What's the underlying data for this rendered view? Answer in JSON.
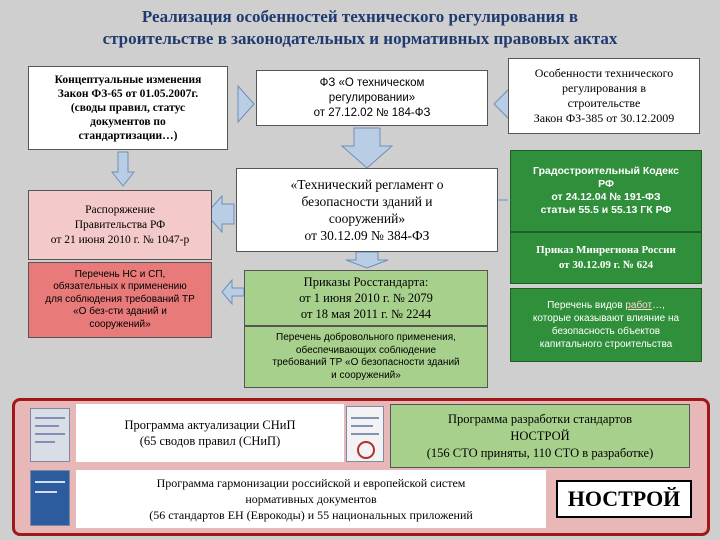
{
  "title": "Реализация особенностей технического регулирования в\nстроительстве в законодательных и нормативных правовых актах",
  "boxes": {
    "conceptual": "Концептуальные изменения\nЗакон ФЗ-65 от 01.05.2007г.\n(своды правил, статус\nдокументов по\nстандартизации…)",
    "fz184": "ФЗ «О техническом\nрегулировании»\nот  27.12.02 № 184-ФЗ",
    "features": "Особенности технического\nрегулирования в\nстроительстве\nЗакон ФЗ-385 от 30.12.2009",
    "gradcode": "Градостроительный Кодекс\nРФ\nот 24.12.04 № 191-ФЗ\nстатьи  55.5 и 55.13 ГК РФ",
    "techreg": "«Технический регламент о\nбезопасности зданий и\nсооружений»\nот  30.12.09 № 384-ФЗ",
    "govorder": "Распоряжение\nПравительства РФ\nот 21 июня 2010 г. № 1047-р",
    "list_ns": "Перечень НС и СП,\nобязательных к применению\nдля соблюдения требований ТР\n«О без-сти зданий и\nсооружений»",
    "rosstandart": "Приказы Росстандарта:\nот 1 июня 2010 г. № 2079\nот 18 мая 2011 г. № 2244",
    "list_voluntary": "Перечень добровольного применения,\nобеспечивающих соблюдение\nтребований ТР «О безопасности зданий\nи сооружений»",
    "minregion": "Приказ Минрегиона России\nот 30.12.09 г. № 624",
    "works_prefix": "Перечень видов ",
    "works_link": "работ",
    "works_suffix": "…,\nкоторые оказывают влияние на\nбезопасность объектов\nкапитального строительства",
    "snip_program": "Программа актуализации СНиП\n(65 сводов правил (СНиП)",
    "nostroy_program": "Программа разработки стандартов\nНОСТРОЙ\n(156 СТО приняты, 110 СТО в разработке)",
    "harmonization": "Программа гармонизации российской и европейской систем\nнормативных документов\n(56 стандартов ЕН (Еврокоды) и 55 национальных приложений",
    "nostroy_logo": "НОСТРОЙ"
  },
  "colors": {
    "title": "#1f3a6e",
    "arrow_fill": "#b9cde5",
    "arrow_stroke": "#6f8fb8",
    "frame_border": "#a01818",
    "green_box": "#2f8f3a",
    "light_green": "#a8d08d",
    "pink": "#f4c9c9",
    "red_box": "#e87a7a"
  }
}
